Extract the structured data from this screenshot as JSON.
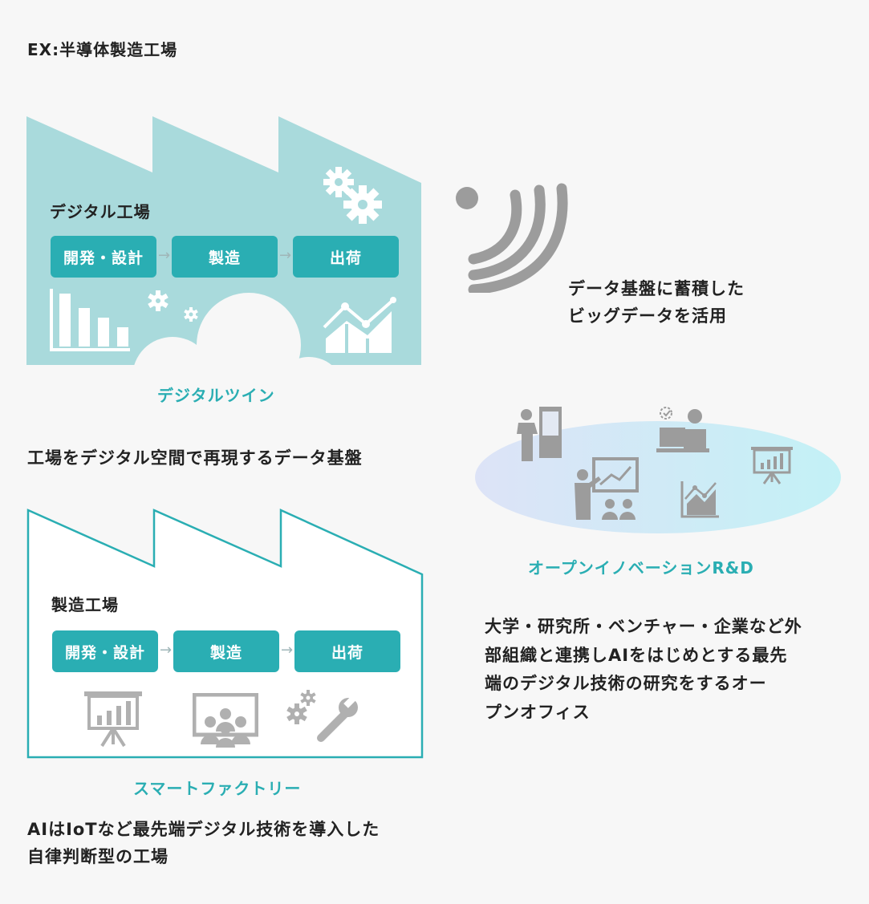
{
  "page": {
    "example_label": "EX:半導体製造工場"
  },
  "digital_factory": {
    "title": "デジタル工場",
    "steps": [
      "開発・設計",
      "製造",
      "出荷"
    ],
    "arrow": "→",
    "cloud_label": "デジタルツイン",
    "description": "工場をデジタル空間で再現するデータ基盤"
  },
  "big_data": {
    "lines": [
      "データ基盤に蓄積した",
      "ビッグデータを活用"
    ]
  },
  "open_innovation": {
    "caption": "オープンイノベーションR&D",
    "lines": [
      "大学・研究所・ベンチャー・企業など外",
      "部組織と連携しAIをはじめとする最先",
      "端のデジタル技術の研究をするオー",
      "プンオフィス"
    ]
  },
  "smart_factory": {
    "title": "製造工場",
    "steps": [
      "開発・設計",
      "製造",
      "出荷"
    ],
    "arrow": "→",
    "caption": "スマートファクトリー",
    "lines": [
      "AIはIoTなど最先端デジタル技術を導入した",
      "自律判断型の工場"
    ]
  },
  "colors": {
    "accent": "#2aaeb3",
    "factory_fill": "#a9dadc",
    "icon_gray": "#9c9c9c"
  }
}
